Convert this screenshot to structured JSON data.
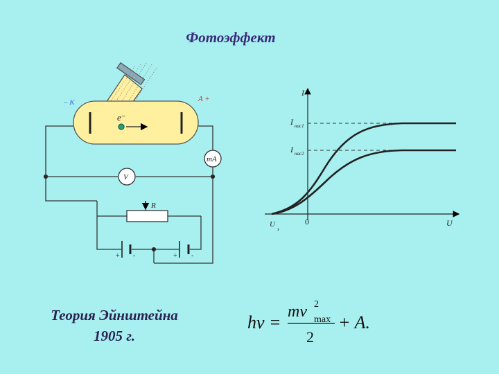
{
  "title": "Фотоэффект",
  "caption": {
    "line1": "Теория Эйнштейна",
    "line2": "1905 г."
  },
  "circuit": {
    "cathode_label": "– K",
    "anode_label": "A +",
    "electron_label": "e⁻",
    "ammeter_label": "mA",
    "voltmeter_label": "V",
    "resistor_label": "R",
    "battery_left": {
      "plus": "+",
      "minus": "-"
    },
    "battery_right": {
      "plus": "+",
      "minus": "-"
    }
  },
  "graph": {
    "y_axis_label": "I",
    "x_axis_label": "U",
    "origin_label": "0",
    "stop_voltage_label": "U",
    "stop_voltage_sub": "з",
    "i_max1": "I",
    "i_max1_sub": "нас1",
    "i_max2": "I",
    "i_max2_sub": "нас2"
  },
  "formula": {
    "lhs": "hν =",
    "numerator": "mv",
    "sup": "2",
    "sub": "max",
    "denominator": "2",
    "rhs": "+ A."
  },
  "colors": {
    "background": "#a8f0f0",
    "tube_fill": "#fff0a0",
    "title_color": "#3a2a7a",
    "electron_dot": "#2a9a7a",
    "label_blue": "#3a6ad0",
    "label_red": "#c03030"
  }
}
